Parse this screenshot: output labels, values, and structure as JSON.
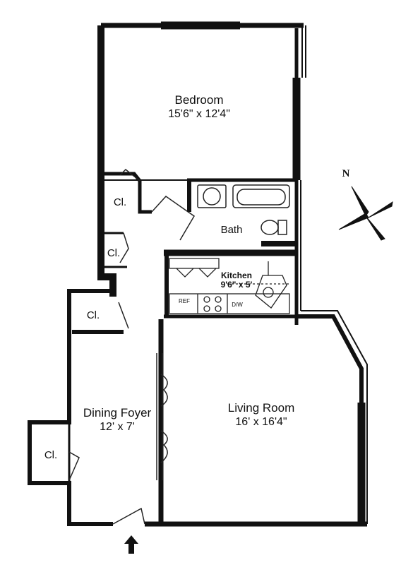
{
  "rooms": {
    "bedroom": {
      "name": "Bedroom",
      "dimensions": "15'6\" x 12'4\""
    },
    "bath": {
      "name": "Bath"
    },
    "kitchen": {
      "name": "Kitchen",
      "dimensions": "9'6\" x 5'"
    },
    "living_room": {
      "name": "Living Room",
      "dimensions": "16' x 16'4\""
    },
    "dining_foyer": {
      "name": "Dining Foyer",
      "dimensions": "12' x 7'"
    }
  },
  "closets": {
    "label": "Cl."
  },
  "appliances": {
    "refrigerator": "REF",
    "dishwasher": "D/W"
  },
  "compass": {
    "north": "N"
  },
  "colors": {
    "wall": "#111111",
    "line": "#222222",
    "background": "#ffffff"
  },
  "icons": {
    "entrance": "entrance-arrow-icon",
    "compass": "compass-rose-icon"
  }
}
